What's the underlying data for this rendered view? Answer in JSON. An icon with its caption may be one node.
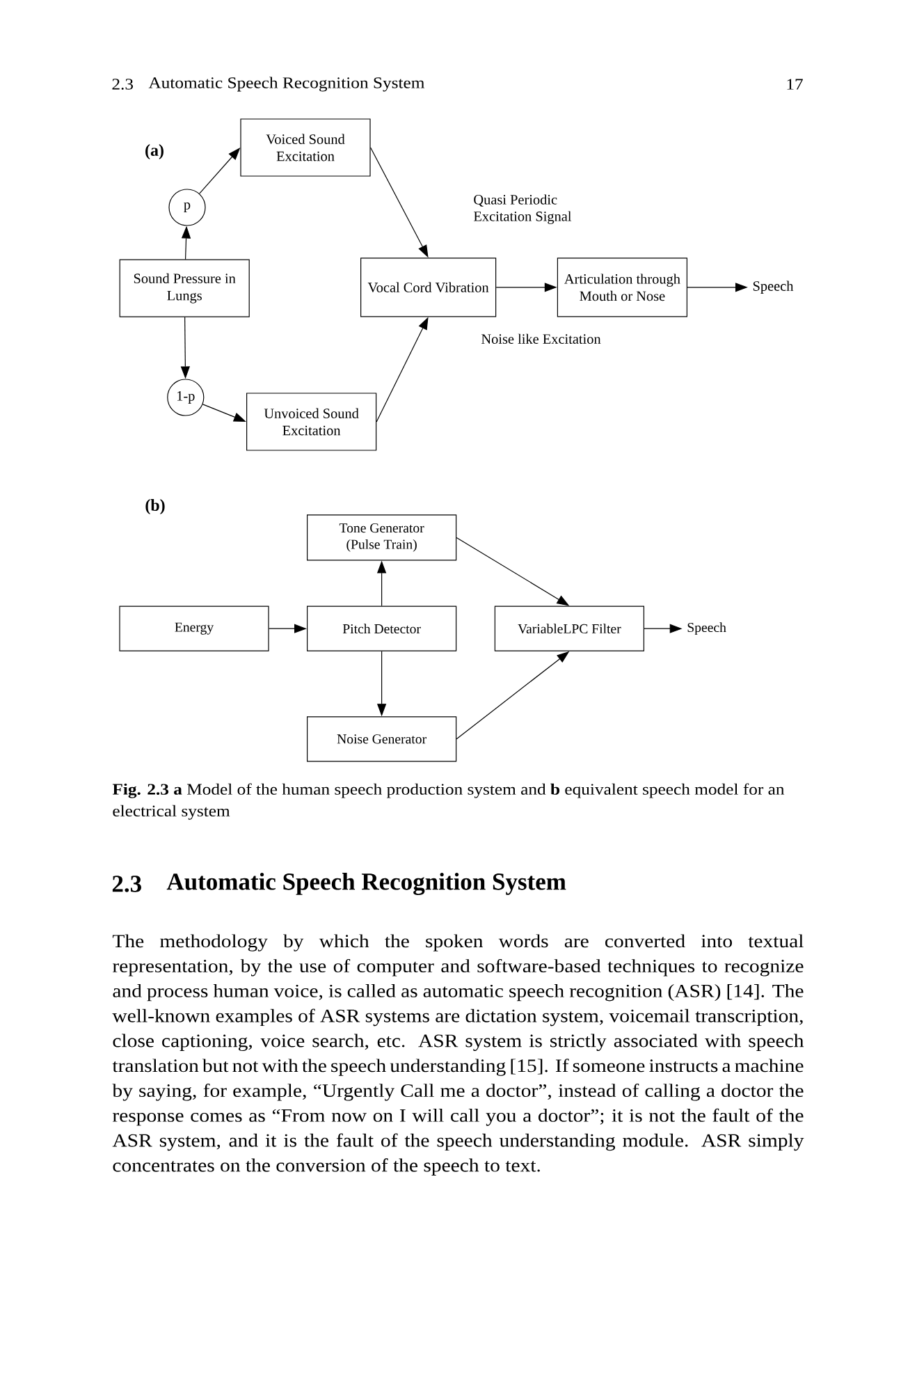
{
  "diagram": {
    "caption": "**Fig. 2.3** **a** Model of the human speech production system and **b** equivalent speech model for an electrical system",
    "nodes": [
      {
        "text": [
          "Sound Pressure in Lungs"
        ]
      },
      {
        "text": [
          "p"
        ]
      },
      {
        "text": [
          "Voiced Sound Excitation"
        ]
      },
      {
        "text": [
          "1-p"
        ]
      },
      {
        "text": [
          "Unvoiced Sound Excitation"
        ]
      },
      {
        "text": [
          "Vocal Cord Vibration"
        ]
      },
      {
        "text": [
          "Articulation through Mouth or Nose"
        ]
      },
      {
        "text": [
          "Speech"
        ]
      },
      {
        "text": [
          "Tone Generator (Pulse Train)"
        ]
      },
      {
        "text": [
          "Energy"
        ]
      },
      {
        "text": [
          "Pitch Detector"
        ]
      },
      {
        "text": [
          "VariableLPC Filter"
        ]
      },
      {
        "text": [
          "Speech"
        ]
      },
      {
        "text": [
          "Noise Generator"
        ]
      }
    ],
    "edges": [
      {
        "from": 0,
        "to": 1,
        "arrow": "to"
      },
      {
        "from": 1,
        "to": 2,
        "arrow": "to"
      },
      {
        "from": 0,
        "to": 3,
        "arrow": "to"
      },
      {
        "from": 3,
        "to": 4,
        "arrow": "to"
      },
      {
        "from": 2,
        "to": 5,
        "arrow": "to"
      },
      {
        "from": 4,
        "to": 5,
        "arrow": "to"
      },
      {
        "from": 5,
        "to": 6,
        "arrow": "to"
      },
      {
        "from": 6,
        "to": 7,
        "arrow": "to"
      },
      {
        "from": 9,
        "to": 10,
        "arrow": "to"
      },
      {
        "from": 10,
        "to": 8,
        "arrow": "to"
      },
      {
        "from": 10,
        "to": 13,
        "arrow": "to"
      },
      {
        "from": 8,
        "to": 11,
        "arrow": "to"
      },
      {
        "from": 13,
        "to": 11,
        "arrow": "to"
      },
      {
        "from": 11,
        "to": 12,
        "arrow": "to"
      }
    ],
    "labels": [
      "2.3",
      "Automatic Speech Recognition System",
      "17",
      "(a)",
      "Quasi Periodic Excitation Signal",
      "Noise like Excitation",
      "(b)",
      "2.3",
      "Automatic Speech Recognition System",
      "The methodology by which the spoken words are converted into textual representation, by the use of computer and software-based techniques to recognize and process human voice, is called as automatic speech recognition (ASR) [14]. The well-known examples of ASR systems are dictation system, voicemail transcription, close captioning, voice search, etc. ASR system is strictly associated with speech translation but not with the speech understanding [15]. If someone instructs a machine by saying, for example, “Urgently Call me a doctor”, instead of calling a doctor the response comes as “From now on I will call you a doctor”; it is not the fault of the ASR system, and it is the fault of the speech understanding module. ASR simply concentrates on the conversion of the speech to text."
    ]
  }
}
